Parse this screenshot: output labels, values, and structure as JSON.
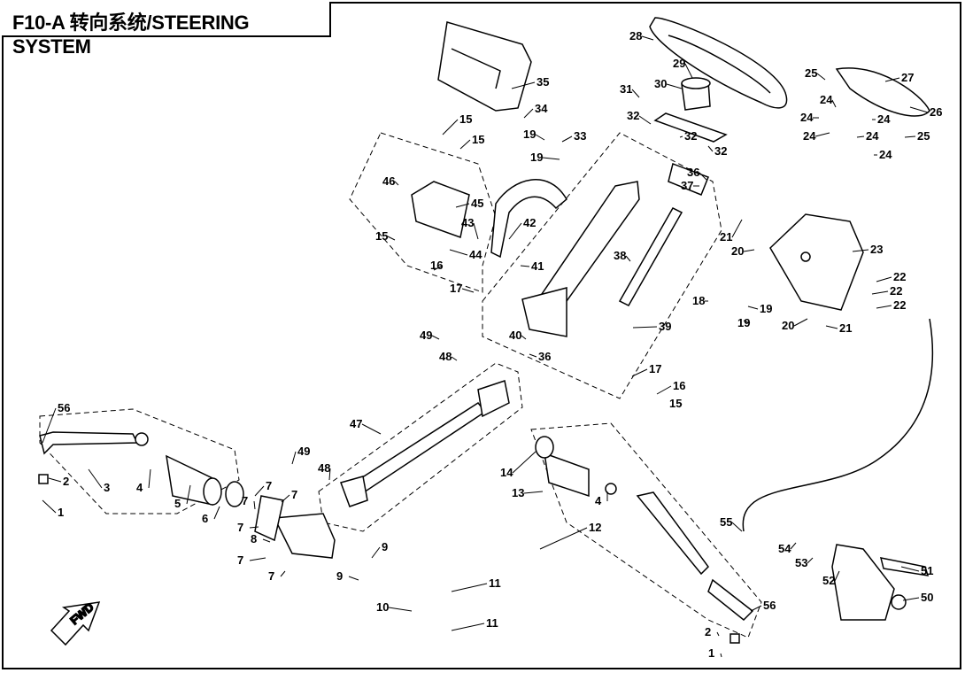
{
  "title": "F10-A 转向系统/STEERING SYSTEM",
  "fwd_label": "FWD",
  "callouts": [
    {
      "n": "1"
    },
    {
      "n": "2"
    },
    {
      "n": "3"
    },
    {
      "n": "4"
    },
    {
      "n": "5"
    },
    {
      "n": "6"
    },
    {
      "n": "7"
    },
    {
      "n": "7"
    },
    {
      "n": "7"
    },
    {
      "n": "7"
    },
    {
      "n": "7"
    },
    {
      "n": "7"
    },
    {
      "n": "8"
    },
    {
      "n": "9"
    },
    {
      "n": "9"
    },
    {
      "n": "10"
    },
    {
      "n": "11"
    },
    {
      "n": "11"
    },
    {
      "n": "12"
    },
    {
      "n": "13"
    },
    {
      "n": "14"
    },
    {
      "n": "4"
    },
    {
      "n": "56"
    },
    {
      "n": "2"
    },
    {
      "n": "1"
    },
    {
      "n": "56"
    },
    {
      "n": "47"
    },
    {
      "n": "49"
    },
    {
      "n": "48"
    },
    {
      "n": "49"
    },
    {
      "n": "48"
    },
    {
      "n": "40"
    },
    {
      "n": "36"
    },
    {
      "n": "17"
    },
    {
      "n": "16"
    },
    {
      "n": "15"
    },
    {
      "n": "17"
    },
    {
      "n": "16"
    },
    {
      "n": "15"
    },
    {
      "n": "15"
    },
    {
      "n": "15"
    },
    {
      "n": "46"
    },
    {
      "n": "45"
    },
    {
      "n": "43"
    },
    {
      "n": "42"
    },
    {
      "n": "44"
    },
    {
      "n": "41"
    },
    {
      "n": "35"
    },
    {
      "n": "34"
    },
    {
      "n": "19"
    },
    {
      "n": "33"
    },
    {
      "n": "19"
    },
    {
      "n": "28"
    },
    {
      "n": "29"
    },
    {
      "n": "30"
    },
    {
      "n": "31"
    },
    {
      "n": "32"
    },
    {
      "n": "32"
    },
    {
      "n": "32"
    },
    {
      "n": "25"
    },
    {
      "n": "27"
    },
    {
      "n": "24"
    },
    {
      "n": "24"
    },
    {
      "n": "24"
    },
    {
      "n": "24"
    },
    {
      "n": "24"
    },
    {
      "n": "24"
    },
    {
      "n": "26"
    },
    {
      "n": "25"
    },
    {
      "n": "36"
    },
    {
      "n": "37"
    },
    {
      "n": "38"
    },
    {
      "n": "39"
    },
    {
      "n": "21"
    },
    {
      "n": "20"
    },
    {
      "n": "23"
    },
    {
      "n": "18"
    },
    {
      "n": "19"
    },
    {
      "n": "19"
    },
    {
      "n": "22"
    },
    {
      "n": "22"
    },
    {
      "n": "22"
    },
    {
      "n": "20"
    },
    {
      "n": "21"
    },
    {
      "n": "55"
    },
    {
      "n": "54"
    },
    {
      "n": "53"
    },
    {
      "n": "52"
    },
    {
      "n": "51"
    },
    {
      "n": "50"
    }
  ]
}
